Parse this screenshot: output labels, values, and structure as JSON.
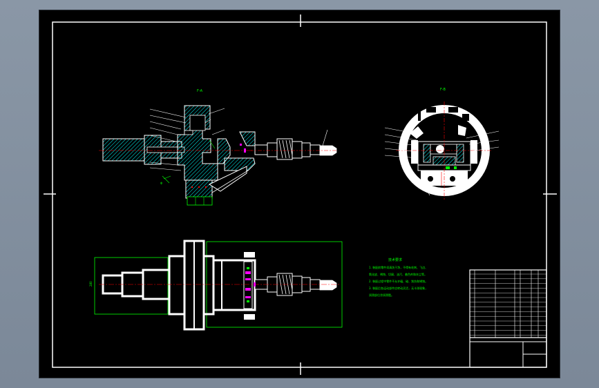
{
  "drawing": {
    "view_labels": {
      "left_section": "F-A",
      "right_section": "F-B"
    },
    "notes": {
      "heading": "技术要求",
      "lines": [
        "1. 装配前零件须清洗干净，不得有毛刺、飞边、",
        "氧化皮、锈蚀、切屑、油污、着色剂和灰尘等。",
        "2. 装配过程中零件不允许磕、碰、划伤和锈蚀。",
        "3. 装配后各运动部件应转动灵活，无卡滞现象，",
        "润滑部位涂润滑脂。"
      ]
    },
    "dimension_label": "280"
  },
  "palette": {
    "background": "#000000",
    "frame": "#ffffff",
    "hatch": "#00ffff",
    "dims": "#00ff00",
    "center": "#ff0000",
    "accent": "#ff00ff"
  }
}
